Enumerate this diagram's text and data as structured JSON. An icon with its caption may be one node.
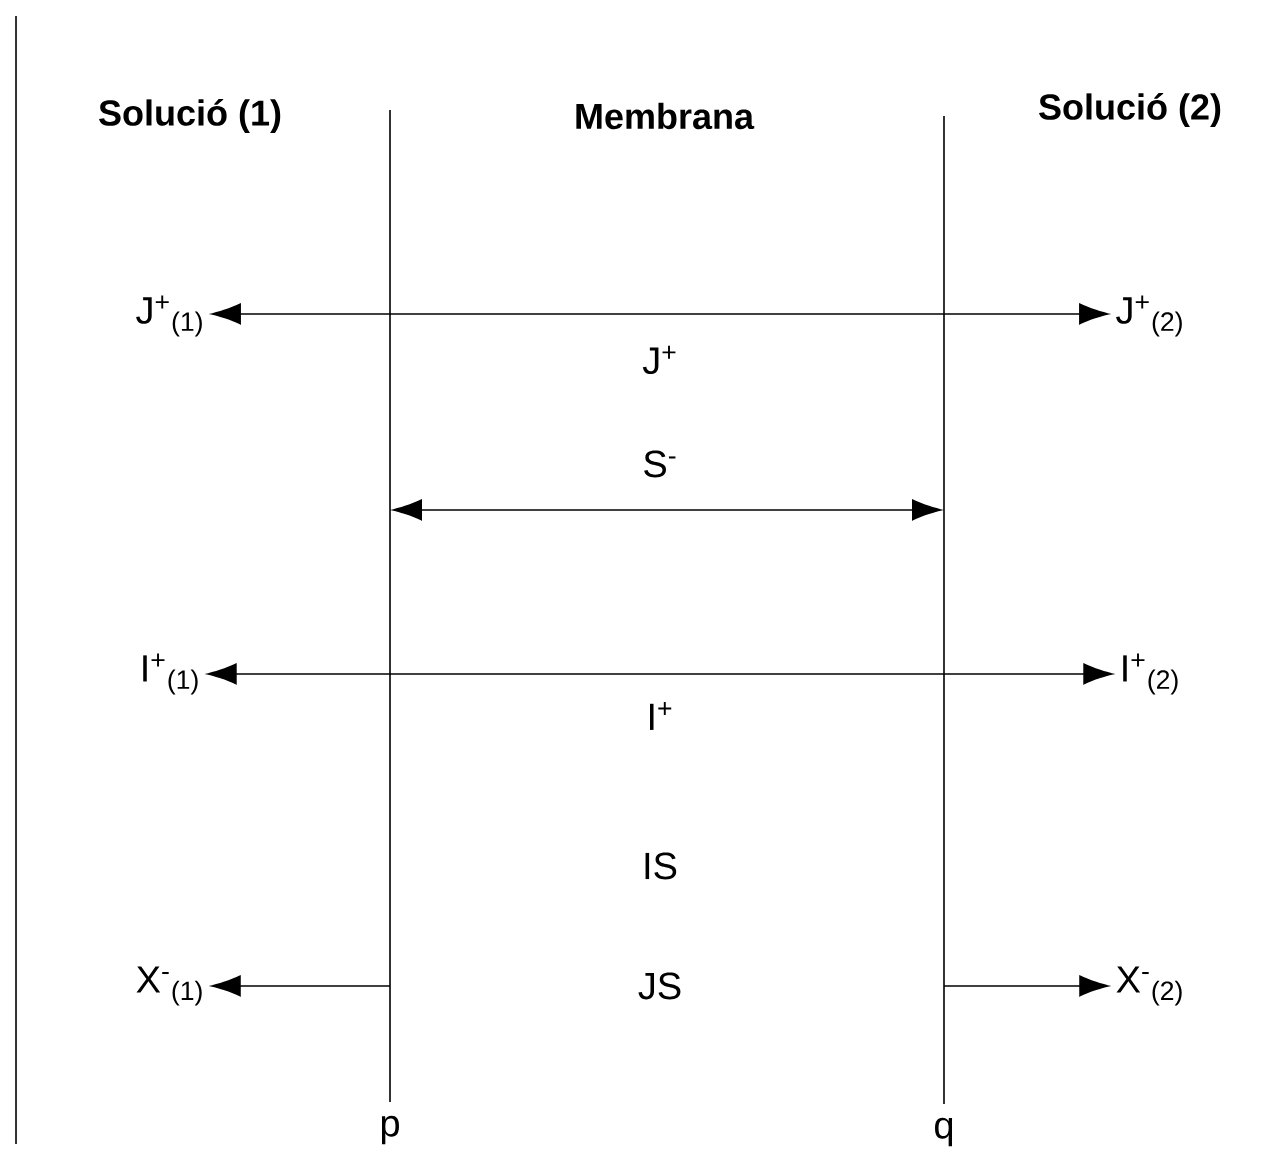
{
  "diagram": {
    "nodes": [
      {
        "text": [
          "J$^{+}$$_{(1)}$"
        ]
      },
      {
        "text": [
          "J$^{+}$$_{(2)}$"
        ]
      },
      {
        "text": [],
        "shape": "bar",
        "beside": [
          "p"
        ]
      },
      {
        "text": [],
        "shape": "bar",
        "beside": [
          "q"
        ]
      },
      {
        "text": [
          "I$^{+}$$_{(1)}$"
        ]
      },
      {
        "text": [
          "I$^{+}$$_{(2)}$"
        ]
      },
      {
        "text": [
          "X$^{-}$$_{(1)}$"
        ]
      },
      {
        "text": [
          "X$^{-}$$_{(2)}$"
        ]
      }
    ],
    "edges": [
      {
        "from": 0,
        "to": 1,
        "arrow": "both",
        "label": "J$^{+}$"
      },
      {
        "from": 2,
        "to": 3,
        "arrow": "both",
        "label": "S$^{-}$"
      },
      {
        "from": 4,
        "to": 5,
        "arrow": "both",
        "label": "I$^{+}$"
      },
      {
        "from": 2,
        "to": 6,
        "arrow": "to"
      },
      {
        "from": 3,
        "to": 7,
        "arrow": "to"
      }
    ],
    "labels": [
      "Solució (1)",
      "Membrana",
      "Solució (2)",
      "IS",
      "JS"
    ]
  }
}
